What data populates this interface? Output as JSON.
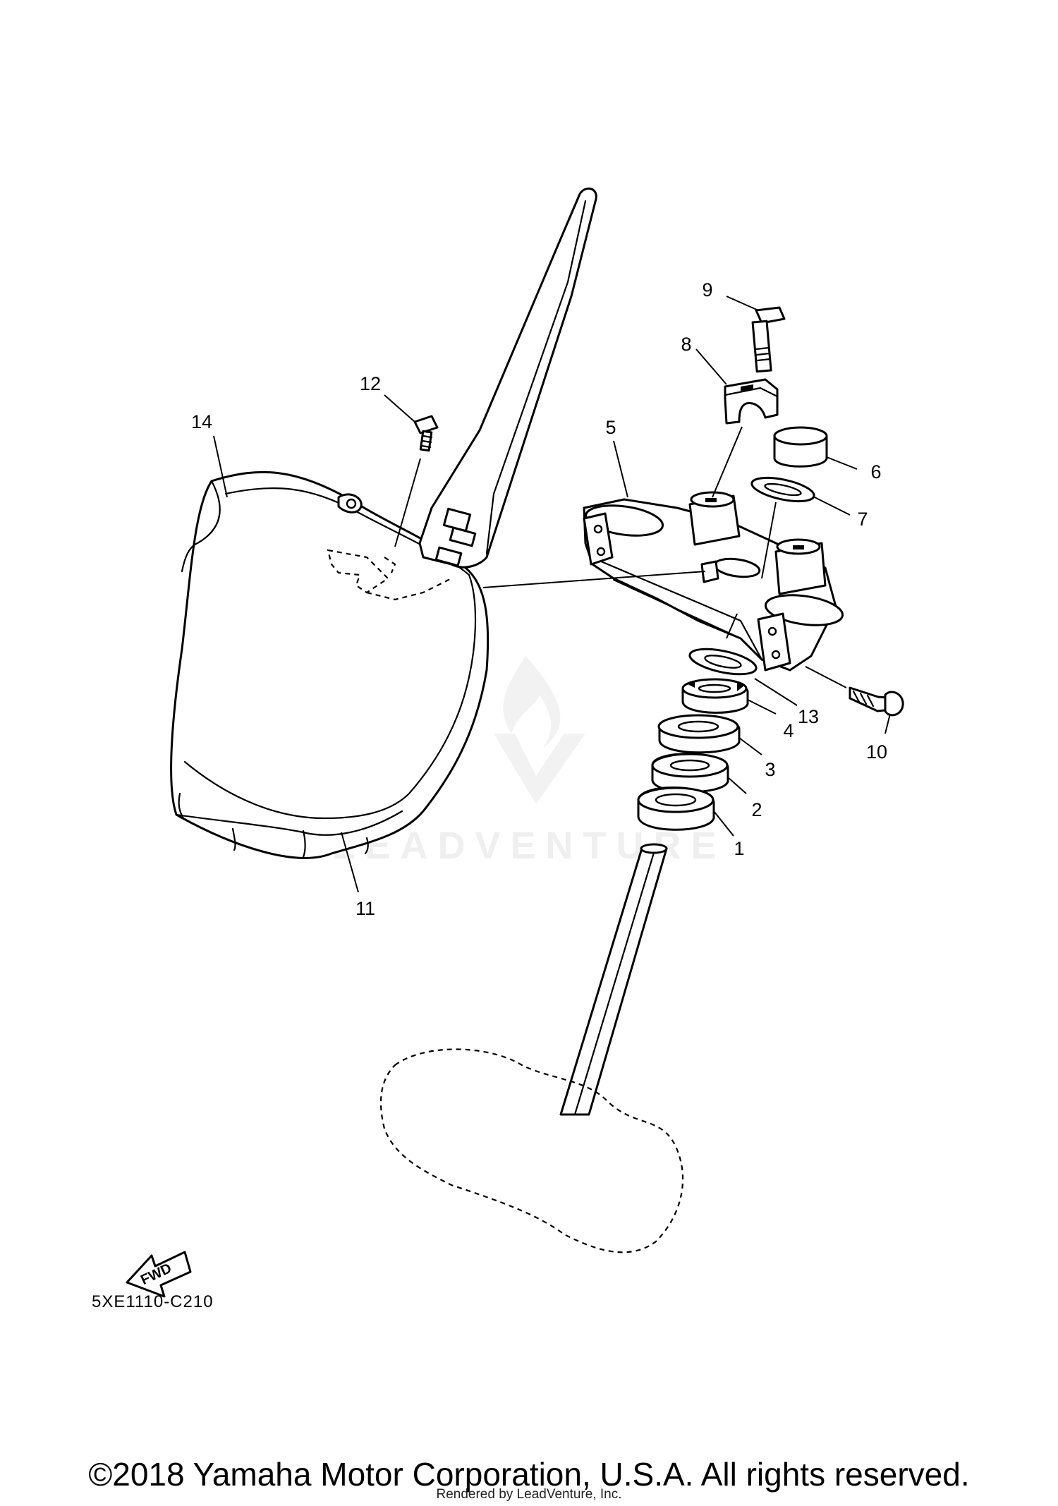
{
  "diagram": {
    "callouts": [
      {
        "label": "1"
      },
      {
        "label": "2"
      },
      {
        "label": "3"
      },
      {
        "label": "4"
      },
      {
        "label": "5"
      },
      {
        "label": "6"
      },
      {
        "label": "7"
      },
      {
        "label": "8"
      },
      {
        "label": "9"
      },
      {
        "label": "10"
      },
      {
        "label": "11"
      },
      {
        "label": "12"
      },
      {
        "label": "13"
      },
      {
        "label": "14"
      }
    ],
    "fwd_arrow_label": "FWD",
    "diagram_code": "5XE1110-C210"
  },
  "footer": {
    "copyright": "©2018 Yamaha Motor Corporation, U.S.A. All rights reserved.",
    "watermark_caption": "Rendered by LeadVenture, Inc."
  },
  "watermark": {
    "brand": "LEADVENTURE",
    "color": "#efefef"
  }
}
